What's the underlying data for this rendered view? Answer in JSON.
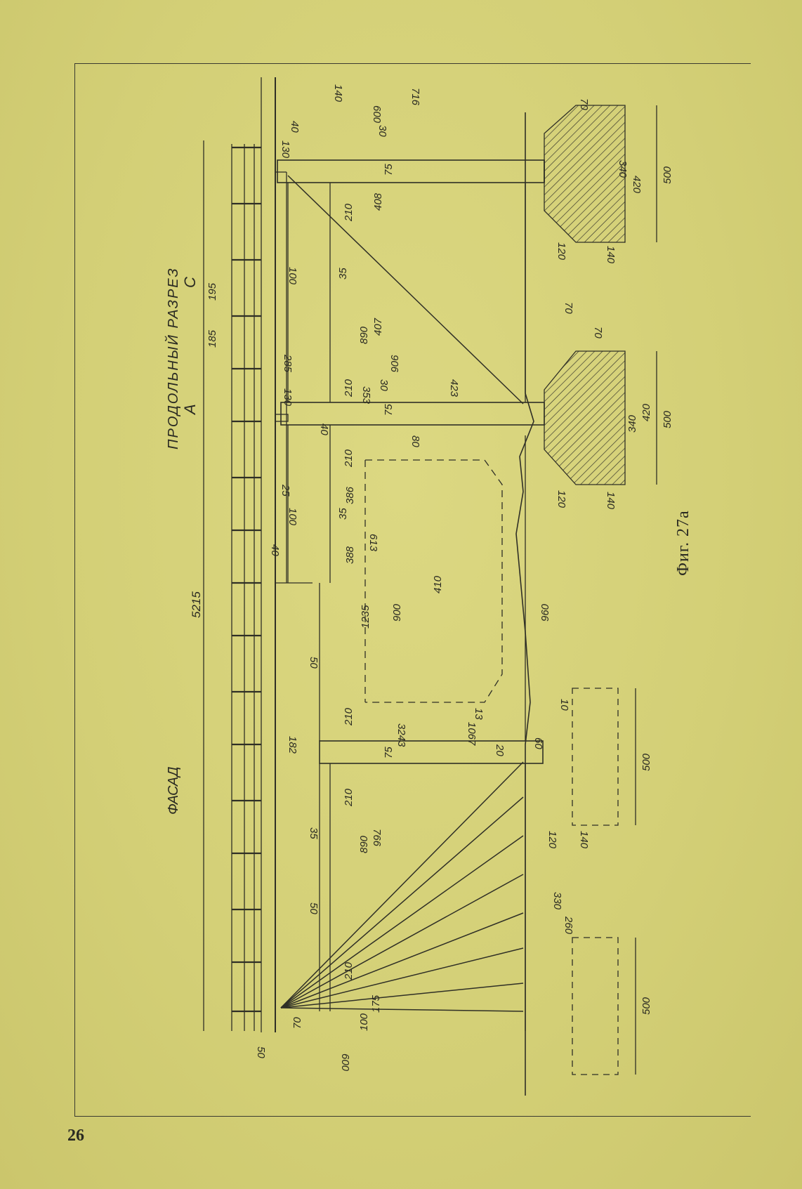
{
  "page": {
    "page_number": "26",
    "figure_caption": "Фиг. 27а"
  },
  "drawing": {
    "facade_label": "ФАСАД",
    "section_label": "ПРОДОЛЬНЫЙ РАЗРЕЗ",
    "section_mark_a": "А",
    "section_mark_c": "С",
    "dimensions": {
      "total_length": "5215",
      "d_600_bottom": "600",
      "d_600_top": "600",
      "d_716": "716",
      "d_766": "766",
      "d_906": "906",
      "d_890_a": "890",
      "d_890_b": "890",
      "d_900": "900",
      "d_960": "960",
      "d_1235": "1235",
      "d_3243": "3243",
      "d_1067": "1067",
      "d_613": "613",
      "d_410": "410",
      "d_388": "388",
      "d_386": "386",
      "d_407": "407",
      "d_408": "408",
      "d_423": "423",
      "d_353": "353",
      "d_285": "285",
      "d_330": "330",
      "d_260": "260",
      "d_500_a": "500",
      "d_500_b": "500",
      "d_500_c": "500",
      "d_500_d": "500",
      "d_420_a": "420",
      "d_420_b": "420",
      "d_340_a": "340",
      "d_340_b": "340",
      "d_210_a": "210",
      "d_210_b": "210",
      "d_210_c": "210",
      "d_210_d": "210",
      "d_210_e": "210",
      "d_210_f": "210",
      "d_195": "195",
      "d_185": "185",
      "d_182": "182",
      "d_175": "175",
      "d_140_a": "140",
      "d_140_b": "140",
      "d_140_c": "140",
      "d_140_d": "140",
      "d_130_a": "130",
      "d_130_b": "130",
      "d_120_a": "120",
      "d_120_b": "120",
      "d_120_c": "120",
      "d_100_a": "100",
      "d_100_b": "100",
      "d_100_c": "100",
      "d_75_a": "75",
      "d_75_b": "75",
      "d_75_c": "75",
      "d_70_a": "70",
      "d_70_b": "70",
      "d_70_c": "70",
      "d_70_d": "70",
      "d_60": "60",
      "d_50_a": "50",
      "d_50_b": "50",
      "d_50_c": "50",
      "d_40_a": "40",
      "d_40_b": "40",
      "d_40_c": "40",
      "d_35_a": "35",
      "d_35_b": "35",
      "d_35_c": "35",
      "d_30_a": "30",
      "d_30_b": "30",
      "d_25": "25",
      "d_20": "20",
      "d_13": "13",
      "d_10": "10",
      "d_80": "80"
    }
  }
}
